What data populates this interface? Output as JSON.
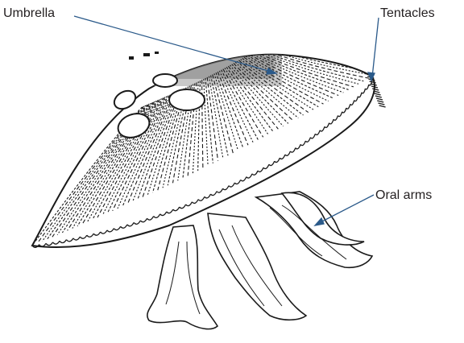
{
  "labels": {
    "umbrella": "Umbrella",
    "tentacles": "Tentacles",
    "oral_arms": "Oral arms"
  },
  "colors": {
    "ink": "#1a1a1a",
    "leader_line": "#2b5a8a",
    "background": "#ffffff"
  }
}
